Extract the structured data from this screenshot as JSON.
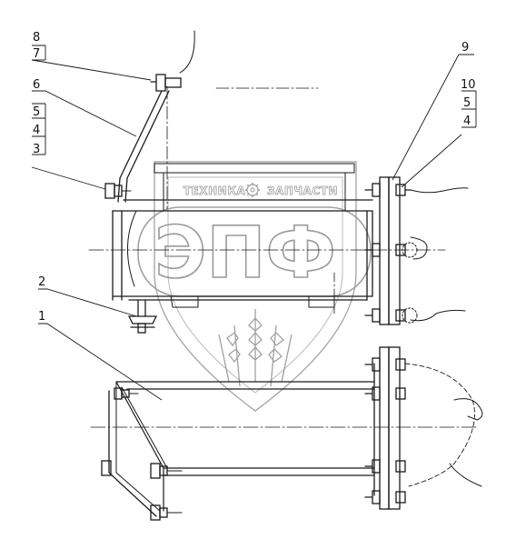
{
  "callouts": {
    "c1": "1",
    "c2": "2",
    "c3": "3",
    "c4a": "4",
    "c5a": "5",
    "c6": "6",
    "c7": "7",
    "c8": "8",
    "c9": "9",
    "c10": "10",
    "c5b": "5",
    "c4b": "4"
  },
  "watermark": {
    "top_text": "ТЕХНИКА",
    "top_text_right": "ЗАПЧАСТИ",
    "big_text": "ЭПФ",
    "emblem_icon": "gear-icon",
    "color": "#9a9a9a"
  }
}
